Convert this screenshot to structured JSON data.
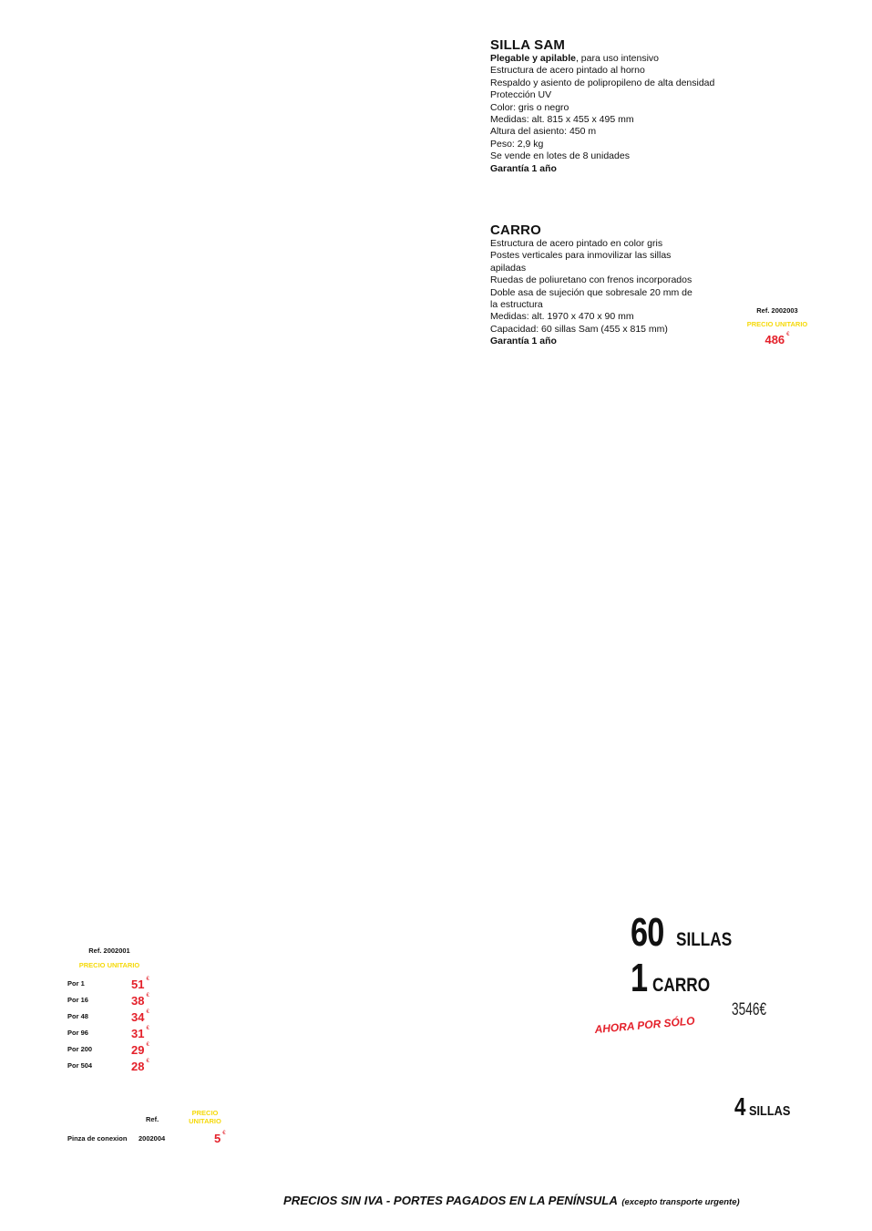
{
  "silla": {
    "title": "SILLA SAM",
    "lead_bold": "Plegable y apilable",
    "lead_rest": ", para uso intensivo",
    "lines": [
      "Estructura de acero pintado al horno",
      "Respaldo y asiento de polipropileno de alta densidad",
      "Protección UV",
      "Color: gris o negro",
      "Medidas: alt. 815 x 455 x 495 mm",
      "Altura del asiento: 450 m",
      "Peso: 2,9 kg",
      "Se vende en lotes de 8 unidades"
    ],
    "guarantee": "Garantía 1 año"
  },
  "carro": {
    "title": "CARRO",
    "lines": [
      "Estructura de acero pintado en color gris",
      "Postes verticales para inmovilizar las sillas",
      "apiladas",
      "Ruedas de poliuretano con frenos incorporados",
      "Doble asa de sujeción que sobresale 20 mm de",
      "la estructura",
      "Medidas: alt. 1970 x 470 x 90 mm",
      "Capacidad: 60 sillas Sam (455 x 815 mm)"
    ],
    "guarantee": "Garantía 1 año",
    "ref": "Ref. 2002003",
    "unit_label": "PRECIO UNITARIO",
    "price": "486",
    "currency": "€"
  },
  "silla_prices": {
    "ref": "Ref. 2002001",
    "unit_label": "PRECIO UNITARIO",
    "currency": "€",
    "rows": [
      {
        "qty": "Por 1",
        "price": "51"
      },
      {
        "qty": "Por 16",
        "price": "38"
      },
      {
        "qty": "Por 48",
        "price": "34"
      },
      {
        "qty": "Por 96",
        "price": "31"
      },
      {
        "qty": "Por 200",
        "price": "29"
      },
      {
        "qty": "Por 504",
        "price": "28"
      }
    ]
  },
  "pinza": {
    "ref_header": "Ref.",
    "unit_label_1": "PRECIO",
    "unit_label_2": "UNITARIO",
    "name": "Pinza de conexion",
    "ref": "2002004",
    "price": "5",
    "currency": "€"
  },
  "offer": {
    "qty1": "60",
    "label1": "SILLAS",
    "qty2": "1",
    "label2": "CARRO",
    "now_only": "AHORA POR SÓLO",
    "price": "3546",
    "currency": "€"
  },
  "small_offer": {
    "qty": "4",
    "label": "SILLAS"
  },
  "footer": {
    "main": "PRECIOS SIN IVA - PORTES PAGADOS EN LA PENÍNSULA",
    "note": "(excepto transporte urgente)"
  }
}
